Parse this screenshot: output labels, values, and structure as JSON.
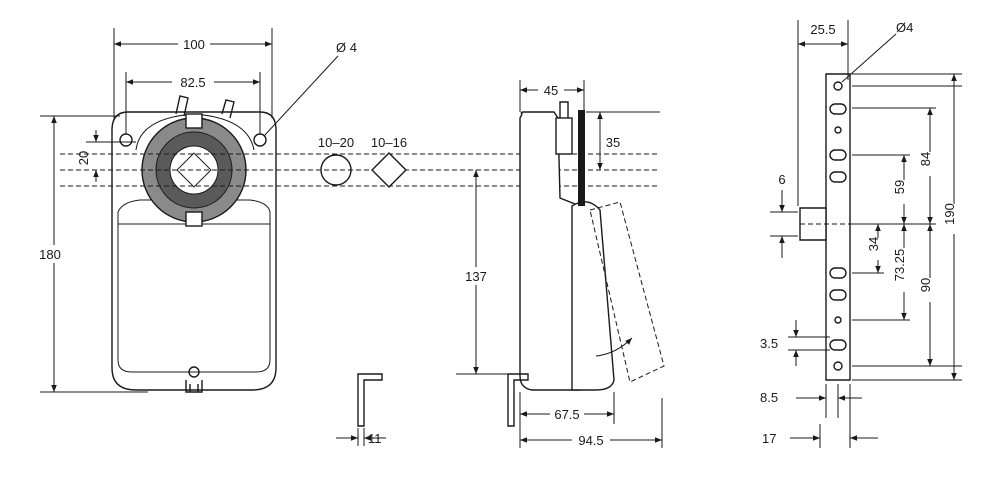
{
  "front_view": {
    "width_overall": "100",
    "hole_spacing": "82.5",
    "hole_diameter": "Ø 4",
    "height": "180",
    "shaft_offset": "20",
    "round_shaft": "10–20",
    "square_shaft": "10–16"
  },
  "side_view": {
    "depth_top": "45",
    "shaft_height": "35",
    "shaft_to_base": "137",
    "base_depth": "67.5",
    "total_depth": "94.5",
    "bracket_thickness": "11"
  },
  "bracket_view": {
    "top_width": "25.5",
    "hole_diameter": "Ø4",
    "dim_84": "84",
    "dim_59": "59",
    "dim_34": "34",
    "dim_73_25": "73.25",
    "dim_90": "90",
    "dim_190": "190",
    "dim_6": "6",
    "dim_3_5": "3.5",
    "dim_8_5": "8.5",
    "dim_17": "17"
  },
  "colors": {
    "line": "#1a1a1a",
    "hub_gray": "#8a8a8a",
    "hub_dark": "#5a5a5a",
    "clamp_bar": "#1a1a1a"
  }
}
